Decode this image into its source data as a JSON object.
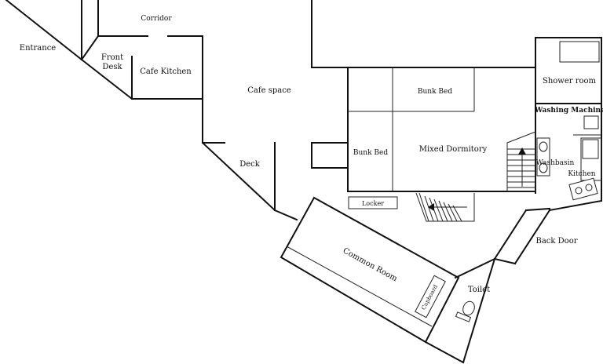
{
  "rooms": {
    "entrance": "Entrance",
    "corridor": "Corridor",
    "front_desk_line1": "Front",
    "front_desk_line2": "Desk",
    "cafe_kitchen": "Cafe Kitchen",
    "cafe_space": "Cafe space",
    "deck": "Deck",
    "bunk_bed_top": "Bunk Bed",
    "bunk_bed_left": "Bunk Bed",
    "mixed_dormitory": "Mixed Dormitory",
    "locker": "Locker",
    "shower_room": "Shower room",
    "washing_machine": "Washing Machine",
    "washbasin": "Washbasin",
    "kitchen": "Kitchen",
    "back_door": "Back Door",
    "common_room": "Common Room",
    "cupboard": "Cupboard",
    "toilet": "Toilet"
  },
  "colors": {
    "wall": "#111111",
    "background": "#ffffff"
  }
}
